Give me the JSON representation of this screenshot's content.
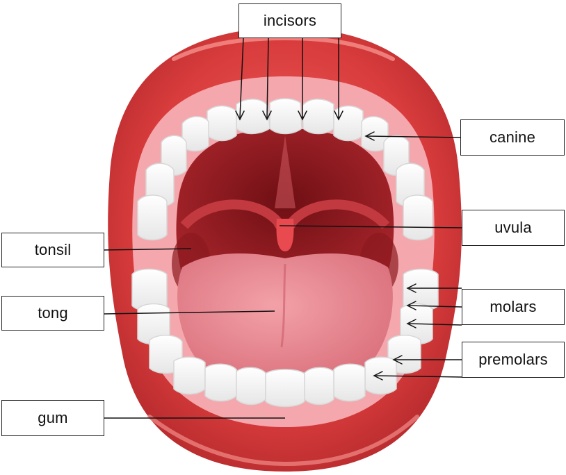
{
  "labels": {
    "incisors": "incisors",
    "canine": "canine",
    "uvula": "uvula",
    "tonsil": "tonsil",
    "molars": "molars",
    "tong": "tong",
    "premolars": "premolars",
    "gum": "gum"
  },
  "colors": {
    "lip_outer": "#d23a3a",
    "lip_highlight": "#f06a66",
    "gum": "#f5a9ad",
    "throat": "#9e1c22",
    "tongue": "#e8828c",
    "teeth": "#fbfbfb"
  }
}
